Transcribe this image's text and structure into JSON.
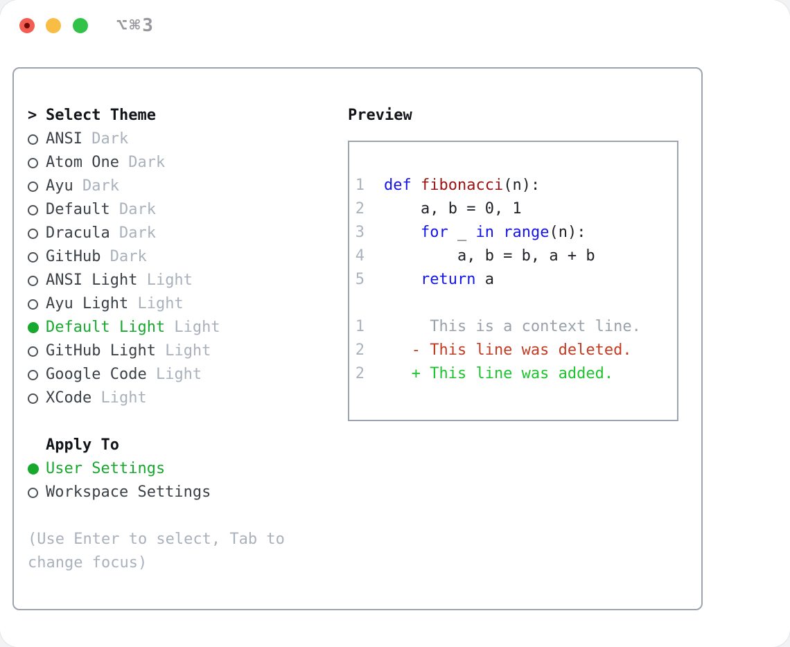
{
  "window": {
    "title": "⌥⌘3",
    "traffic_lights": [
      "close",
      "minimize",
      "zoom"
    ]
  },
  "colors": {
    "panel_border": "#9aa3ae",
    "selected_green": "#17a82e",
    "muted_gray": "#a9b1bc",
    "keyword_blue": "#1414e8",
    "function_red": "#9a1212",
    "diff_deleted_red": "#c23b22",
    "diff_added_green": "#1ec42d",
    "traffic_red": "#f35c51",
    "traffic_yellow": "#f7bd45",
    "traffic_green": "#32c247"
  },
  "theme_select": {
    "prompt": ">",
    "header": "Select Theme",
    "items": [
      {
        "name": "ANSI",
        "variant": "Dark",
        "selected": false
      },
      {
        "name": "Atom One",
        "variant": "Dark",
        "selected": false
      },
      {
        "name": "Ayu",
        "variant": "Dark",
        "selected": false
      },
      {
        "name": "Default",
        "variant": "Dark",
        "selected": false
      },
      {
        "name": "Dracula",
        "variant": "Dark",
        "selected": false
      },
      {
        "name": "GitHub",
        "variant": "Dark",
        "selected": false
      },
      {
        "name": "ANSI Light",
        "variant": "Light",
        "selected": false
      },
      {
        "name": "Ayu Light",
        "variant": "Light",
        "selected": false
      },
      {
        "name": "Default Light",
        "variant": "Light",
        "selected": true
      },
      {
        "name": "GitHub Light",
        "variant": "Light",
        "selected": false
      },
      {
        "name": "Google Code",
        "variant": "Light",
        "selected": false
      },
      {
        "name": "XCode",
        "variant": "Light",
        "selected": false
      }
    ]
  },
  "apply_to": {
    "header": "Apply To",
    "options": [
      {
        "label": "User Settings",
        "selected": true
      },
      {
        "label": "Workspace Settings",
        "selected": false
      }
    ]
  },
  "hint": "(Use Enter to select, Tab to change focus)",
  "preview": {
    "header": "Preview",
    "code_lines": [
      {
        "num": "1",
        "tokens": [
          {
            "text": "def",
            "color": "keyword"
          },
          {
            "text": " ",
            "color": "plain"
          },
          {
            "text": "fibonacci",
            "color": "function"
          },
          {
            "text": "(n):",
            "color": "plain"
          }
        ]
      },
      {
        "num": "2",
        "tokens": [
          {
            "text": "    a, b = 0, 1",
            "color": "plain"
          }
        ]
      },
      {
        "num": "3",
        "tokens": [
          {
            "text": "    ",
            "color": "plain"
          },
          {
            "text": "for",
            "color": "keyword"
          },
          {
            "text": " _ ",
            "color": "plain"
          },
          {
            "text": "in",
            "color": "keyword"
          },
          {
            "text": " ",
            "color": "plain"
          },
          {
            "text": "range",
            "color": "keyword"
          },
          {
            "text": "(n):",
            "color": "plain"
          }
        ]
      },
      {
        "num": "4",
        "tokens": [
          {
            "text": "        a, b = b, a + b",
            "color": "plain"
          }
        ]
      },
      {
        "num": "5",
        "tokens": [
          {
            "text": "    ",
            "color": "plain"
          },
          {
            "text": "return",
            "color": "keyword"
          },
          {
            "text": " a",
            "color": "plain"
          }
        ]
      }
    ],
    "diff_lines": [
      {
        "num": "1",
        "text": "     This is a context line.",
        "kind": "context"
      },
      {
        "num": "2",
        "text": "   - This line was deleted.",
        "kind": "deleted"
      },
      {
        "num": "2",
        "text": "   + This line was added.",
        "kind": "added"
      }
    ]
  }
}
